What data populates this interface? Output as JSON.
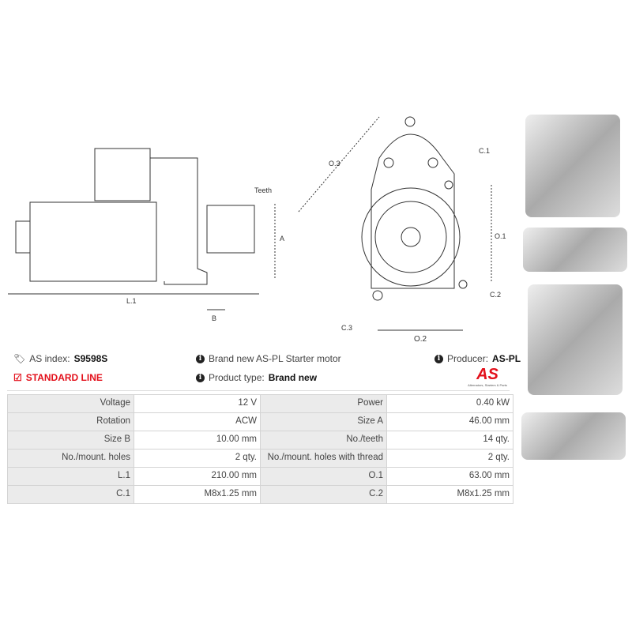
{
  "diagram": {
    "labels": {
      "teeth": "Teeth",
      "a": "A",
      "b": "B",
      "l1": "L.1",
      "o3": "O.3",
      "c1": "C.1",
      "o1": "O.1",
      "c3": "C.3",
      "c2": "C.2",
      "o2": "O.2"
    }
  },
  "info": {
    "as_index_label": "AS index:",
    "as_index_value": "S9598S",
    "description": "Brand new AS-PL Starter motor",
    "producer_label": "Producer:",
    "producer_value": "AS-PL",
    "line": "STANDARD LINE",
    "product_type_label": "Product type:",
    "product_type_value": "Brand new",
    "logo_text": "AS",
    "logo_tagline": "Alternators, Starters & Parts"
  },
  "specs": [
    [
      "Voltage",
      "12 V",
      "Power",
      "0.40 kW"
    ],
    [
      "Rotation",
      "ACW",
      "Size A",
      "46.00 mm"
    ],
    [
      "Size B",
      "10.00 mm",
      "No./teeth",
      "14 qty."
    ],
    [
      "No./mount. holes",
      "2 qty.",
      "No./mount. holes with thread",
      "2 qty."
    ],
    [
      "L.1",
      "210.00 mm",
      "O.1",
      "63.00 mm"
    ],
    [
      "C.1",
      "M8x1.25 mm",
      "C.2",
      "M8x1.25 mm"
    ]
  ],
  "colors": {
    "accent": "#e3101b"
  }
}
